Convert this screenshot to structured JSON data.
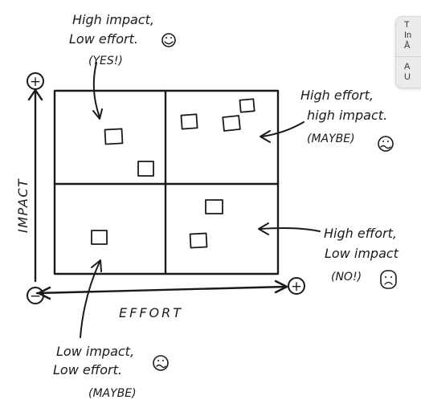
{
  "labels": {
    "q_high_impact_low_effort": {
      "line1": "High impact,",
      "line2": "Low effort.",
      "line3": "(YES!)"
    },
    "q_high_effort_high_impact": {
      "line1": "High effort,",
      "line2": "high impact.",
      "line3": "(MAYBE)"
    },
    "q_high_effort_low_impact": {
      "line1": "High effort,",
      "line2": "Low impact",
      "line3": "(NO!)"
    },
    "q_low_impact_low_effort": {
      "line1": "Low impact,",
      "line2": "Low effort.",
      "line3": "(MAYBE)"
    }
  },
  "axes": {
    "y_label": "IMPACT",
    "x_label": "EFFORT",
    "plus": "+",
    "minus": "−"
  },
  "tooltip": {
    "line1": "T",
    "line2": "In",
    "line3": "Å",
    "line4": "A",
    "line5": "U"
  },
  "faces": {
    "happy": "smiley-face-icon",
    "worried": "worried-face-icon",
    "sad": "sad-face-icon",
    "meh": "meh-face-icon"
  }
}
